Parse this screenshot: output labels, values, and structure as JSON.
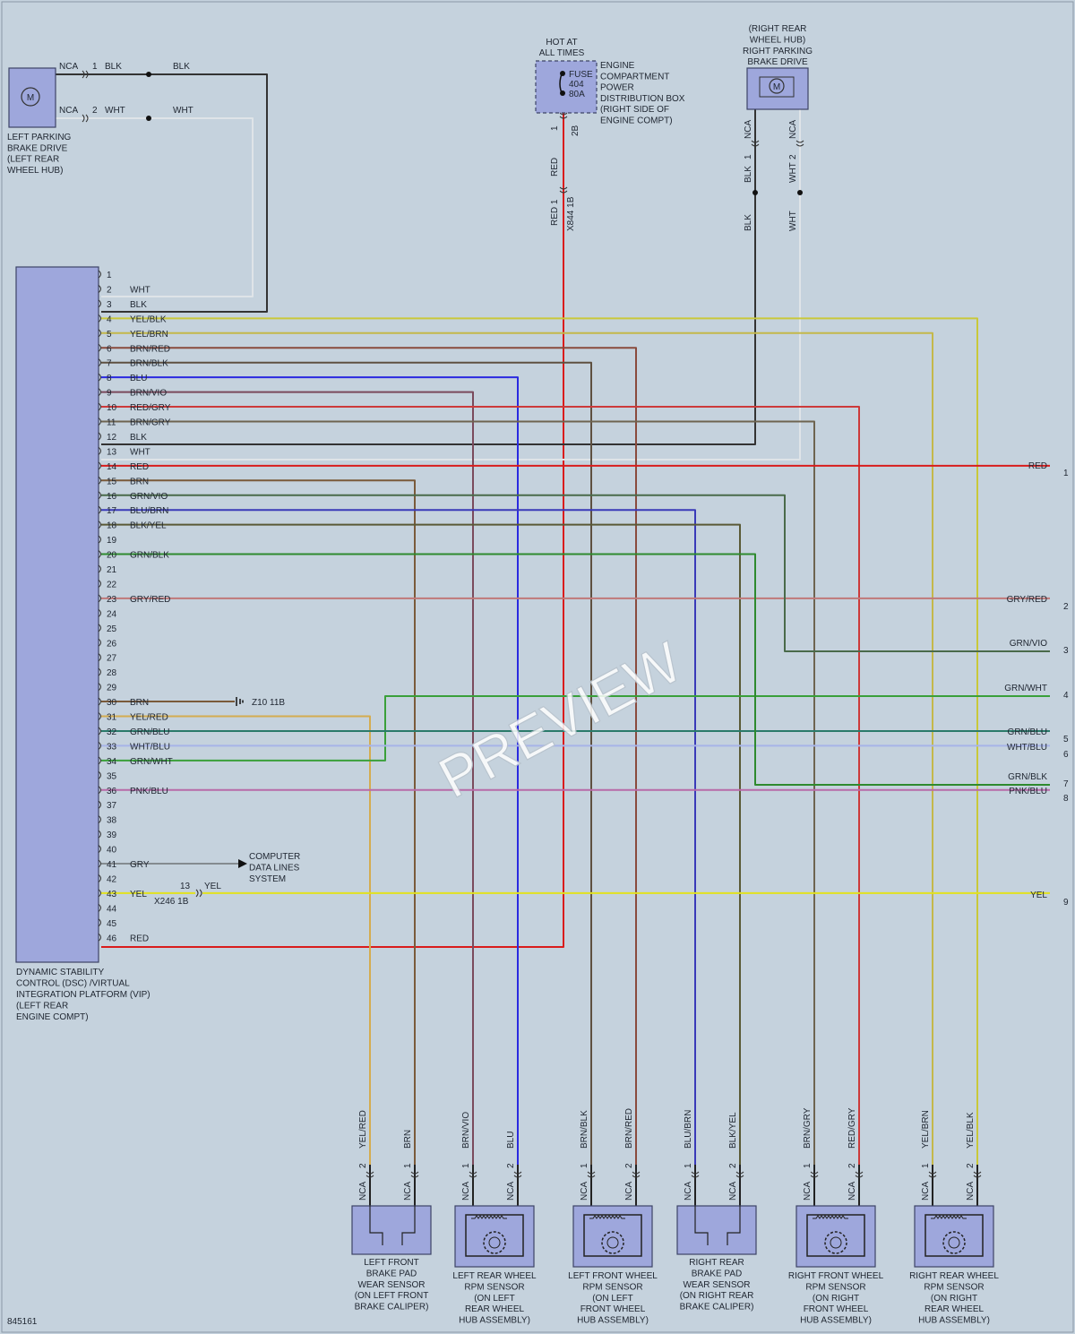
{
  "diagram_id": "845161",
  "watermark": "PREVIEW",
  "module": {
    "lines": [
      "DYNAMIC STABILITY",
      "CONTROL (DSC) /VIRTUAL",
      "INTEGRATION PLATFORM (VIP)",
      "(LEFT REAR",
      "ENGINE COMPT)"
    ],
    "pins": [
      {
        "n": "1",
        "label": ""
      },
      {
        "n": "2",
        "label": "WHT"
      },
      {
        "n": "3",
        "label": "BLK"
      },
      {
        "n": "4",
        "label": "YEL/BLK"
      },
      {
        "n": "5",
        "label": "YEL/BRN"
      },
      {
        "n": "6",
        "label": "BRN/RED"
      },
      {
        "n": "7",
        "label": "BRN/BLK"
      },
      {
        "n": "8",
        "label": "BLU"
      },
      {
        "n": "9",
        "label": "BRN/VIO"
      },
      {
        "n": "10",
        "label": "RED/GRY"
      },
      {
        "n": "11",
        "label": "BRN/GRY"
      },
      {
        "n": "12",
        "label": "BLK"
      },
      {
        "n": "13",
        "label": "WHT"
      },
      {
        "n": "14",
        "label": "RED"
      },
      {
        "n": "15",
        "label": "BRN"
      },
      {
        "n": "16",
        "label": "GRN/VIO"
      },
      {
        "n": "17",
        "label": "BLU/BRN"
      },
      {
        "n": "18",
        "label": "BLK/YEL"
      },
      {
        "n": "19",
        "label": ""
      },
      {
        "n": "20",
        "label": "GRN/BLK"
      },
      {
        "n": "21",
        "label": ""
      },
      {
        "n": "22",
        "label": ""
      },
      {
        "n": "23",
        "label": "GRY/RED"
      },
      {
        "n": "24",
        "label": ""
      },
      {
        "n": "25",
        "label": ""
      },
      {
        "n": "26",
        "label": ""
      },
      {
        "n": "27",
        "label": ""
      },
      {
        "n": "28",
        "label": ""
      },
      {
        "n": "29",
        "label": ""
      },
      {
        "n": "30",
        "label": "BRN"
      },
      {
        "n": "31",
        "label": "YEL/RED"
      },
      {
        "n": "32",
        "label": "GRN/BLU"
      },
      {
        "n": "33",
        "label": "WHT/BLU"
      },
      {
        "n": "34",
        "label": "GRN/WHT"
      },
      {
        "n": "35",
        "label": ""
      },
      {
        "n": "36",
        "label": "PNK/BLU"
      },
      {
        "n": "37",
        "label": ""
      },
      {
        "n": "38",
        "label": ""
      },
      {
        "n": "39",
        "label": ""
      },
      {
        "n": "40",
        "label": ""
      },
      {
        "n": "41",
        "label": "GRY"
      },
      {
        "n": "42",
        "label": ""
      },
      {
        "n": "43",
        "label": "YEL"
      },
      {
        "n": "44",
        "label": ""
      },
      {
        "n": "45",
        "label": ""
      },
      {
        "n": "46",
        "label": "RED"
      }
    ]
  },
  "left_parking_brake": {
    "lines": [
      "LEFT PARKING",
      "BRAKE DRIVE",
      "(LEFT REAR",
      "WHEEL HUB)"
    ],
    "motor": "M",
    "pins": [
      {
        "nca": "NCA",
        "n": "1",
        "color": "BLK",
        "wire": "BLK"
      },
      {
        "nca": "NCA",
        "n": "2",
        "color": "WHT",
        "wire": "WHT"
      }
    ]
  },
  "fuse_box": {
    "hot": [
      "HOT AT",
      "ALL TIMES"
    ],
    "fuse": [
      "FUSE",
      "404",
      "80A"
    ],
    "lines": [
      "ENGINE",
      "COMPARTMENT",
      "POWER",
      "DISTRIBUTION BOX",
      "(RIGHT SIDE OF",
      "ENGINE COMPT)"
    ],
    "pin_n": "1",
    "pin_id": "2B",
    "wire": "RED",
    "conn_pin": "1",
    "conn_color": "RED",
    "conn_id": "X844 1B"
  },
  "right_parking_brake": {
    "lines": [
      "(RIGHT REAR",
      "WHEEL HUB)",
      "RIGHT PARKING",
      "BRAKE DRIVE"
    ],
    "motor": "M",
    "pins": [
      {
        "nca": "NCA",
        "n": "1",
        "color": "BLK",
        "wire": "BLK"
      },
      {
        "nca": "NCA",
        "n": "2",
        "color": "WHT",
        "wire": "WHT"
      }
    ]
  },
  "ground": {
    "label": "Z10 11B"
  },
  "data_lines": {
    "lines": [
      "COMPUTER",
      "DATA LINES",
      "SYSTEM"
    ]
  },
  "yel_connector": {
    "pin": "13",
    "color": "YEL",
    "id": "X246 1B"
  },
  "right_exits": [
    {
      "label": "RED",
      "n": "1"
    },
    {
      "label": "GRY/RED",
      "n": "2"
    },
    {
      "label": "GRN/VIO",
      "n": "3"
    },
    {
      "label": "GRN/WHT",
      "n": "4"
    },
    {
      "label": "GRN/BLU",
      "n": "5"
    },
    {
      "label": "WHT/BLU",
      "n": "6"
    },
    {
      "label": "GRN/BLK",
      "n": "7"
    },
    {
      "label": "PNK/BLU",
      "n": "8"
    },
    {
      "label": "YEL",
      "n": "9"
    }
  ],
  "sensors": [
    {
      "kind": "pad",
      "lines": [
        "LEFT FRONT",
        "BRAKE PAD",
        "WEAR SENSOR",
        "(ON LEFT FRONT",
        "BRAKE CALIPER)"
      ],
      "pins": [
        {
          "color": "YEL/RED",
          "n": "2",
          "nca": "NCA"
        },
        {
          "color": "BRN",
          "n": "1",
          "nca": "NCA"
        }
      ]
    },
    {
      "kind": "rpm",
      "lines": [
        "LEFT REAR WHEEL",
        "RPM SENSOR",
        "(ON LEFT",
        "REAR WHEEL",
        "HUB ASSEMBLY)"
      ],
      "pins": [
        {
          "color": "BRN/VIO",
          "n": "1",
          "nca": "NCA"
        },
        {
          "color": "BLU",
          "n": "2",
          "nca": "NCA"
        }
      ]
    },
    {
      "kind": "rpm",
      "lines": [
        "LEFT FRONT WHEEL",
        "RPM SENSOR",
        "(ON LEFT",
        "FRONT WHEEL",
        "HUB ASSEMBLY)"
      ],
      "pins": [
        {
          "color": "BRN/BLK",
          "n": "1",
          "nca": "NCA"
        },
        {
          "color": "BRN/RED",
          "n": "2",
          "nca": "NCA"
        }
      ]
    },
    {
      "kind": "pad",
      "lines": [
        "RIGHT REAR",
        "BRAKE PAD",
        "WEAR SENSOR",
        "(ON RIGHT REAR",
        "BRAKE CALIPER)"
      ],
      "pins": [
        {
          "color": "BLU/BRN",
          "n": "1",
          "nca": "NCA"
        },
        {
          "color": "BLK/YEL",
          "n": "2",
          "nca": "NCA"
        }
      ]
    },
    {
      "kind": "rpm",
      "lines": [
        "RIGHT FRONT WHEEL",
        "RPM SENSOR",
        "(ON RIGHT",
        "FRONT WHEEL",
        "HUB ASSEMBLY)"
      ],
      "pins": [
        {
          "color": "BRN/GRY",
          "n": "1",
          "nca": "NCA"
        },
        {
          "color": "RED/GRY",
          "n": "2",
          "nca": "NCA"
        }
      ]
    },
    {
      "kind": "rpm",
      "lines": [
        "RIGHT REAR WHEEL",
        "RPM SENSOR",
        "(ON RIGHT",
        "REAR WHEEL",
        "HUB ASSEMBLY)"
      ],
      "pins": [
        {
          "color": "YEL/BRN",
          "n": "1",
          "nca": "NCA"
        },
        {
          "color": "YEL/BLK",
          "n": "2",
          "nca": "NCA"
        }
      ]
    }
  ],
  "wire_colors": {
    "BLK": "#333333",
    "WHT": "#e8e8e8",
    "RED": "#d91c1c",
    "YEL": "#e2e21e",
    "YEL/BLK": "#c9c83a",
    "YEL/BRN": "#c4b84a",
    "BRN": "#7a5a3a",
    "BRN/RED": "#8a4a3c",
    "BRN/BLK": "#5e5040",
    "BLU": "#2a2ae0",
    "BRN/VIO": "#7a4a5c",
    "RED/GRY": "#cc3a3a",
    "BRN/GRY": "#6e6450",
    "GRN/VIO": "#4a6a4a",
    "BLU/BRN": "#3a3ab8",
    "BLK/YEL": "#5a5a36",
    "GRN/BLK": "#2e8a2e",
    "GRY/RED": "#c07878",
    "YEL/RED": "#d4ac50",
    "GRN/BLU": "#2a7a6a",
    "WHT/BLU": "#a8b4e8",
    "GRN/WHT": "#3aa03a",
    "PNK/BLU": "#b86aa8",
    "GRY": "#8a8a8a"
  }
}
